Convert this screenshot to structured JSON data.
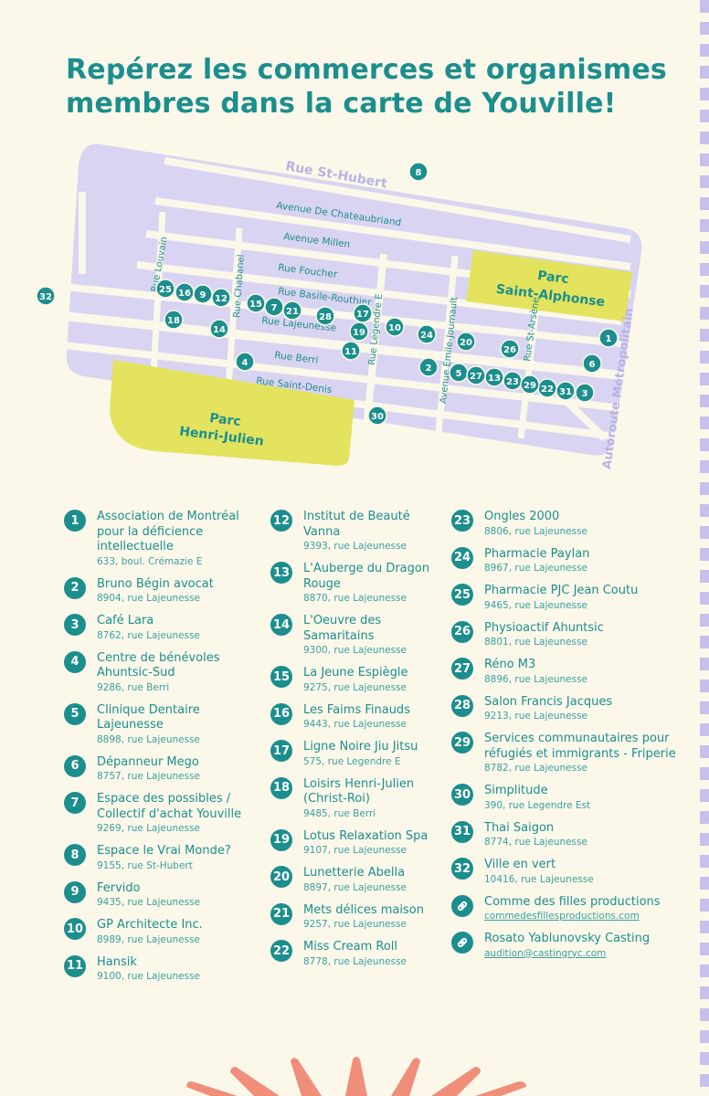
{
  "title": {
    "line1": "Repérez les commerces et organismes",
    "line2": "membres dans la carte de Youville!"
  },
  "colors": {
    "teal": "#1b8e8d",
    "lavender": "#d9d4f1",
    "park": "#e3e35e",
    "background": "#fbf8ea",
    "sun": "#f08e7a"
  },
  "map": {
    "streets": {
      "st_hubert": "Rue St-Hubert",
      "chateaubriand": "Avenue De Chateaubriand",
      "millen": "Avenue Millen",
      "foucher": "Rue Foucher",
      "basile": "Rue Basile-Routhier",
      "lajeunesse": "Rue Lajeunesse",
      "berri": "Rue Berri",
      "saint_denis": "Rue Saint-Denis",
      "louvain": "Rue Louvain",
      "chabanel": "Rue Chabanel",
      "legendre": "Rue Legendre E",
      "emile": "Avenue Émile-Journault",
      "arsene": "Rue St-Arsène",
      "autoroute": "Autoroute Métropolitain"
    },
    "parks": {
      "alphonse_1": "Parc",
      "alphonse_2": "Saint-Alphonse",
      "henri_1": "Parc",
      "henri_2": "Henri-Julien"
    },
    "markers": [
      "1",
      "2",
      "3",
      "4",
      "5",
      "6",
      "7",
      "8",
      "9",
      "10",
      "11",
      "12",
      "13",
      "14",
      "15",
      "16",
      "17",
      "18",
      "19",
      "20",
      "21",
      "22",
      "23",
      "24",
      "25",
      "26",
      "27",
      "28",
      "29",
      "30",
      "31",
      "32"
    ]
  },
  "legend": {
    "col1": [
      {
        "num": "1",
        "name": "Association de Montréal pour la déficience intellectuelle",
        "addr": "633, boul. Crémazie E"
      },
      {
        "num": "2",
        "name": "Bruno Bégin avocat",
        "addr": "8904, rue Lajeunesse"
      },
      {
        "num": "3",
        "name": "Café Lara",
        "addr": "8762, rue Lajeunesse"
      },
      {
        "num": "4",
        "name": "Centre de bénévoles Ahuntsic-Sud",
        "addr": "9286, rue Berri"
      },
      {
        "num": "5",
        "name": "Clinique Dentaire Lajeunesse",
        "addr": "8898, rue Lajeunesse"
      },
      {
        "num": "6",
        "name": "Dépanneur Mego",
        "addr": "8757, rue Lajeunesse"
      },
      {
        "num": "7",
        "name": "Espace des possibles / Collectif d'achat Youville",
        "addr": "9269, rue Lajeunesse"
      },
      {
        "num": "8",
        "name": "Espace le Vrai Monde?",
        "addr": "9155, rue St-Hubert"
      },
      {
        "num": "9",
        "name": "Fervido",
        "addr": "9435, rue Lajeunesse"
      },
      {
        "num": "10",
        "name": "GP Architecte Inc.",
        "addr": "8989, rue Lajeunesse"
      },
      {
        "num": "11",
        "name": "Hansik",
        "addr": "9100, rue Lajeunesse"
      }
    ],
    "col2": [
      {
        "num": "12",
        "name": "Institut de Beauté Vanna",
        "addr": "9393, rue Lajeunesse"
      },
      {
        "num": "13",
        "name": "L'Auberge du Dragon Rouge",
        "addr": "8870, rue Lajeunesse"
      },
      {
        "num": "14",
        "name": "L'Oeuvre des Samaritains",
        "addr": "9300, rue Lajeunesse"
      },
      {
        "num": "15",
        "name": "La Jeune Espiègle",
        "addr": "9275, rue Lajeunesse"
      },
      {
        "num": "16",
        "name": "Les Faims Finauds",
        "addr": "9443, rue Lajeunesse"
      },
      {
        "num": "17",
        "name": "Ligne Noire Jiu Jitsu",
        "addr": "575, rue Legendre E"
      },
      {
        "num": "18",
        "name": "Loisirs Henri-Julien (Christ-Roi)",
        "addr": "9485, rue Berri"
      },
      {
        "num": "19",
        "name": "Lotus Relaxation Spa",
        "addr": "9107, rue Lajeunesse"
      },
      {
        "num": "20",
        "name": "Lunetterie Abella",
        "addr": "8897, rue Lajeunesse"
      },
      {
        "num": "21",
        "name": "Mets délices maison",
        "addr": "9257, rue Lajeunesse"
      },
      {
        "num": "22",
        "name": "Miss Cream Roll",
        "addr": "8778, rue Lajeunesse"
      }
    ],
    "col3": [
      {
        "num": "23",
        "name": "Ongles 2000",
        "addr": "8806, rue Lajeunesse"
      },
      {
        "num": "24",
        "name": "Pharmacie Paylan",
        "addr": "8967, rue Lajeunesse"
      },
      {
        "num": "25",
        "name": "Pharmacie PJC Jean Coutu",
        "addr": "9465, rue Lajeunesse"
      },
      {
        "num": "26",
        "name": "Physioactif Ahuntsic",
        "addr": "8801, rue Lajeunesse"
      },
      {
        "num": "27",
        "name": "Réno M3",
        "addr": "8896, rue Lajeunesse"
      },
      {
        "num": "28",
        "name": "Salon Francis Jacques",
        "addr": "9213, rue Lajeunesse"
      },
      {
        "num": "29",
        "name": "Services communautaires pour réfugiés et immigrants - Friperie",
        "addr": "8782, rue Lajeunesse"
      },
      {
        "num": "30",
        "name": "Simplitude",
        "addr": "390, rue Legendre Est"
      },
      {
        "num": "31",
        "name": "Thai Saigon",
        "addr": "8774, rue Lajeunesse"
      },
      {
        "num": "32",
        "name": "Ville en vert",
        "addr": "10416, rue Lajeunesse"
      },
      {
        "num": "link-icon",
        "name": "Comme des filles productions",
        "addr": "commedesfillesproductions.com"
      },
      {
        "num": "link-icon",
        "name": "Rosato Yablunovsky Casting",
        "addr": "audition@castingryc.com"
      }
    ]
  }
}
